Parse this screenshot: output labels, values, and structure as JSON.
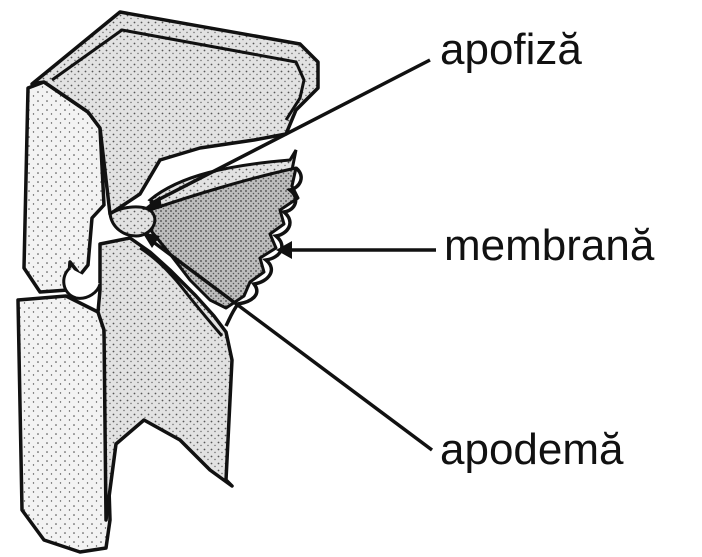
{
  "labels": {
    "apofiza": "apofiză",
    "membrana": "membrană",
    "apodema": "apodemă"
  },
  "colors": {
    "ink": "#111111",
    "cuticle_shade": "#dcdcdc",
    "membrane_shade": "#b8b8b8",
    "background": "#ffffff"
  }
}
